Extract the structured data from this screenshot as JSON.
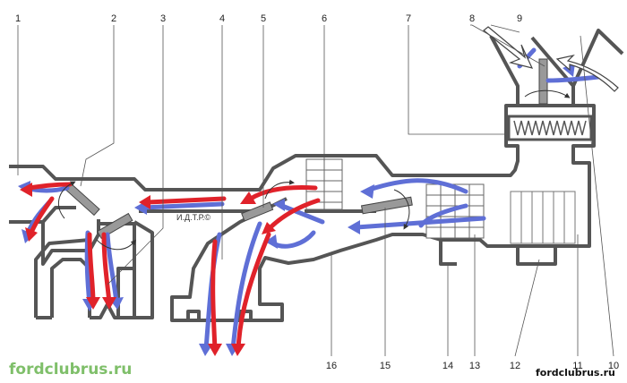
{
  "diagram": {
    "callouts": [
      {
        "id": "1",
        "label": "1"
      },
      {
        "id": "2",
        "label": "2"
      },
      {
        "id": "3",
        "label": "3"
      },
      {
        "id": "4",
        "label": "4"
      },
      {
        "id": "5",
        "label": "5"
      },
      {
        "id": "6",
        "label": "6"
      },
      {
        "id": "7",
        "label": "7"
      },
      {
        "id": "8",
        "label": "8"
      },
      {
        "id": "9",
        "label": "9"
      },
      {
        "id": "10",
        "label": "10"
      },
      {
        "id": "11",
        "label": "11"
      },
      {
        "id": "12",
        "label": "12"
      },
      {
        "id": "13",
        "label": "13"
      },
      {
        "id": "14",
        "label": "14"
      },
      {
        "id": "15",
        "label": "15"
      },
      {
        "id": "16",
        "label": "16"
      }
    ],
    "copyright": "И.Д.Т.Р.©",
    "watermark_left": "fordclubrus.ru",
    "watermark_right": "fordclubrus.ru",
    "colors": {
      "outline": "#555555",
      "hot_air": "#e0222a",
      "cold_air": "#5f6fd6",
      "watermark_left": "#7fbf6a",
      "watermark_right": "#111111"
    }
  }
}
